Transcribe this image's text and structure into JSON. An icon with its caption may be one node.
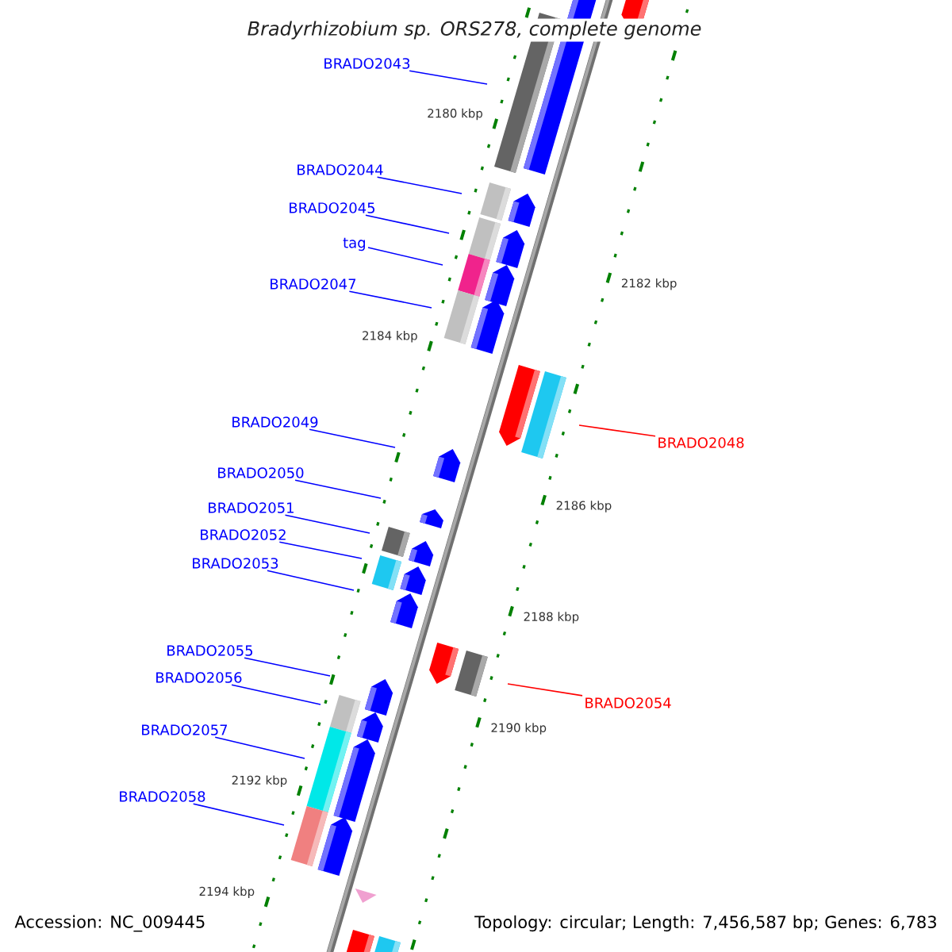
{
  "diagram": {
    "title": "Bradyrhizobium sp. ORS278, complete genome",
    "nodes": [
      {
        "text": [
          "BRADO2043"
        ]
      },
      {
        "text": [
          "BRADO2044"
        ]
      },
      {
        "text": [
          "BRADO2045"
        ]
      },
      {
        "text": [
          "tag"
        ]
      },
      {
        "text": [
          "BRADO2047"
        ]
      },
      {
        "text": [
          "BRADO2049"
        ]
      },
      {
        "text": [
          "BRADO2048"
        ]
      },
      {
        "text": [
          "BRADO2050"
        ]
      },
      {
        "text": [
          "BRADO2051"
        ]
      },
      {
        "text": [
          "BRADO2052"
        ]
      },
      {
        "text": [
          "BRADO2053"
        ]
      },
      {
        "text": [
          "BRADO2055"
        ]
      },
      {
        "text": [
          "BRADO2056"
        ]
      },
      {
        "text": [
          "BRADO2054"
        ]
      },
      {
        "text": [
          "BRADO2057"
        ]
      },
      {
        "text": [
          "BRADO2058"
        ]
      }
    ],
    "edges": [
      {
        "from": 0,
        "to": null,
        "arrow": "none"
      },
      {
        "from": 1,
        "to": null,
        "arrow": "none"
      },
      {
        "from": 2,
        "to": null,
        "arrow": "none"
      },
      {
        "from": 3,
        "to": null,
        "arrow": "none"
      },
      {
        "from": 4,
        "to": null,
        "arrow": "none"
      },
      {
        "from": 5,
        "to": null,
        "arrow": "none"
      },
      {
        "from": 6,
        "to": null,
        "arrow": "none",
        "color": "#ff0000"
      },
      {
        "from": 7,
        "to": null,
        "arrow": "none"
      },
      {
        "from": 8,
        "to": null,
        "arrow": "none"
      },
      {
        "from": 9,
        "to": null,
        "arrow": "none"
      },
      {
        "from": 10,
        "to": null,
        "arrow": "none"
      },
      {
        "from": 11,
        "to": null,
        "arrow": "none"
      },
      {
        "from": 12,
        "to": null,
        "arrow": "none"
      },
      {
        "from": 13,
        "to": null,
        "arrow": "none",
        "color": "#ff0000"
      },
      {
        "from": 14,
        "to": null,
        "arrow": "none"
      },
      {
        "from": 15,
        "to": null,
        "arrow": "none"
      }
    ],
    "labels": [
      "2180 kbp",
      "2182 kbp",
      "2184 kbp",
      "2186 kbp",
      "2188 kbp",
      "2190 kbp",
      "2192 kbp",
      "2194 kbp",
      "Accession: NC_009445",
      "Topology: circular; Length: 7,456,587 bp; Genes: 6,783"
    ]
  }
}
